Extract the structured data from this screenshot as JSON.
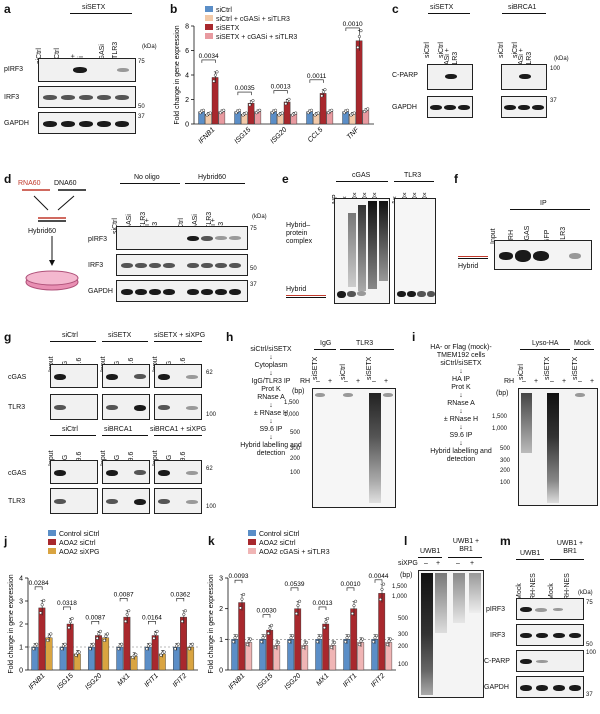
{
  "panels": {
    "a": {
      "letter": "a",
      "group": "siSETX",
      "lanes": [
        "siCtrl",
        "siCtrl",
        "siCtrl + cGASi",
        "cGASi",
        "siTLR3"
      ],
      "kda": "(kDa)",
      "rows": [
        {
          "label": "pIRF3",
          "marker": "75"
        },
        {
          "label": "IRF3",
          "marker": "50"
        },
        {
          "label": "GAPDH",
          "marker": "37"
        }
      ]
    },
    "b": {
      "letter": "b",
      "ylabel": "Fold change in gene expression",
      "legend": [
        "siCtrl",
        "siCtrl + cGASi + siTLR3",
        "siSETX",
        "siSETX + cGASi + siTLR3"
      ],
      "colors": [
        "#5b8ec7",
        "#f2c9a8",
        "#a8282d",
        "#e89aa0"
      ],
      "pvalues": [
        "0.0034",
        "0.0035",
        "0.0013",
        "0.0011",
        "0.0010"
      ]
    },
    "c": {
      "letter": "c",
      "groups": [
        "siSETX",
        "siBRCA1"
      ],
      "lanes": [
        "siCtrl",
        "siCtrl",
        "cGASi + siTLR3",
        "siCtrl",
        "siCtrl",
        "cGASi + siTLR3"
      ],
      "kda": "(kDa)",
      "rows": [
        {
          "label": "C-PARP",
          "marker": "100"
        },
        {
          "label": "GAPDH",
          "marker": "37"
        }
      ]
    },
    "d": {
      "letter": "d",
      "rna": "RNA60",
      "dna": "DNA60",
      "hybrid": "Hybrid60",
      "groups": [
        "No oligo",
        "Hybrid60"
      ],
      "lanes": [
        "siCtrl",
        "cGASi",
        "siTLR3",
        "cGASi + siTLR3",
        "siCtrl",
        "cGASi",
        "siTLR3",
        "cGASi + siTLR3"
      ],
      "kda": "(kDa)",
      "rows": [
        {
          "label": "pIRF3",
          "marker": "75"
        },
        {
          "label": "IRF3",
          "marker": "50"
        },
        {
          "label": "GAPDH",
          "marker": "37"
        }
      ]
    },
    "e": {
      "letter": "e",
      "groups": [
        "cGAS",
        "TLR3"
      ],
      "lanes1": [
        "NP",
        "1×",
        "10×",
        "20×",
        "40×"
      ],
      "lanes2": [
        "1×",
        "10×",
        "20×",
        "40×"
      ],
      "complex": "Hybrid–protein complex",
      "hybrid": "Hybrid"
    },
    "f": {
      "letter": "f",
      "ip": "IP",
      "lanes": [
        "Input",
        "dRH",
        "cGAS",
        "GFP",
        "TLR3"
      ],
      "hybrid": "Hybrid"
    },
    "g": {
      "letter": "g",
      "top_groups": [
        "siCtrl",
        "siSETX",
        "siSETX + siXPG"
      ],
      "bottom_groups": [
        "siCtrl",
        "siBRCA1",
        "siBRCA1 + siXPG"
      ],
      "lanes": [
        "Input",
        "IgG",
        "S9.6"
      ],
      "rows": [
        {
          "label": "cGAS",
          "marker": "62"
        },
        {
          "label": "TLR3",
          "marker": "100"
        }
      ]
    },
    "h": {
      "letter": "h",
      "steps": [
        "siCtrl/siSETX",
        "Cytoplasm",
        "IgG/TLR3 IP",
        "Prot K",
        "RNase A",
        "± RNase H",
        "S9.6 IP",
        "Hybrid labelling and detection"
      ],
      "groups": [
        "IgG",
        "TLR3"
      ],
      "lanes": [
        "siSETX",
        "siCtrl",
        "siSETX"
      ],
      "rh": "RH",
      "signs": [
        "–",
        "+",
        "–",
        "+",
        "–",
        "+"
      ],
      "bp": "(bp)",
      "ladder": [
        "1,500",
        "1,000",
        "500",
        "300",
        "200",
        "100"
      ]
    },
    "i": {
      "letter": "i",
      "steps": [
        "HA- or Flag (mock)- TMEM192 cells",
        "siCtrl/siSETX",
        "HA IP",
        "Prot K",
        "RNase A",
        "± RNase H",
        "S9.6 IP",
        "Hybrid labelling and detection"
      ],
      "groups": [
        "Lyso-HA",
        "Mock"
      ],
      "lanes": [
        "siCtrl",
        "siSETX",
        "siSETX"
      ],
      "rh": "RH",
      "signs": [
        "–",
        "+",
        "–",
        "+",
        "–",
        "+"
      ],
      "bp": "(bp)",
      "ladder": [
        "1,500",
        "1,000",
        "500",
        "300",
        "200",
        "100"
      ]
    },
    "j": {
      "letter": "j",
      "ylabel": "Fold change in gene expression",
      "legend": [
        "Control siCtrl",
        "AOA2 siCtrl",
        "AOA2 siXPG"
      ],
      "colors": [
        "#5b8ec7",
        "#a8282d",
        "#d9a441"
      ],
      "genes": [
        "IFNB1",
        "ISG15",
        "ISG20",
        "MX1",
        "IFIT1",
        "IFIT2"
      ],
      "pvalues": [
        "0.0284",
        "0.0318",
        "0.0087",
        "0.0087",
        "0.0164",
        "0.0362"
      ]
    },
    "k": {
      "letter": "k",
      "ylabel": "Fold change in gene expression",
      "legend": [
        "Control siCtrl",
        "AOA2 siCtrl",
        "AOA2 cGASi + siTLR3"
      ],
      "colors": [
        "#5b8ec7",
        "#a8282d",
        "#f0b5b5"
      ],
      "genes": [
        "IFNB1",
        "ISG15",
        "ISG20",
        "MX1",
        "IFIT1",
        "IFIT2"
      ],
      "pvalues": [
        "0.0093",
        "0.0030",
        "0.0539",
        "0.0013",
        "0.0010",
        "0.0044"
      ]
    },
    "l": {
      "letter": "l",
      "groups": [
        "UWB1",
        "UWB1 + BR1"
      ],
      "six": "siXPG",
      "signs": [
        "–",
        "+",
        "–",
        "+"
      ],
      "bp": "(bp)",
      "ladder": [
        "1,500",
        "1,000",
        "500",
        "300",
        "200",
        "100"
      ]
    },
    "m": {
      "letter": "m",
      "groups": [
        "UWB1",
        "UWB1 + BR1"
      ],
      "lanes": [
        "Mock",
        "RH-NES",
        "Mock",
        "RH-NES"
      ],
      "kda": "(kDa)",
      "rows": [
        {
          "label": "pIRF3",
          "marker": "75"
        },
        {
          "label": "IRF3",
          "marker": "50"
        },
        {
          "label": "C-PARP",
          "marker": "100"
        },
        {
          "label": "GAPDH",
          "marker": "37"
        }
      ]
    }
  },
  "chart_data": [
    {
      "type": "bar",
      "panel": "b",
      "ylabel": "Fold change in gene expression",
      "categories": [
        "IFNB1",
        "ISG15",
        "ISG20",
        "CCL5",
        "TNF"
      ],
      "ylim": [
        0,
        8
      ],
      "yticks": [
        0,
        2,
        4,
        6,
        8
      ],
      "series": [
        {
          "name": "siCtrl",
          "values": [
            1.0,
            1.0,
            1.0,
            1.0,
            1.0
          ]
        },
        {
          "name": "siCtrl + cGASi + siTLR3",
          "values": [
            0.8,
            0.8,
            0.8,
            0.8,
            0.8
          ]
        },
        {
          "name": "siSETX",
          "values": [
            3.8,
            1.7,
            1.8,
            2.5,
            6.8
          ]
        },
        {
          "name": "siSETX + cGASi + siTLR3",
          "values": [
            1.0,
            1.0,
            0.8,
            1.0,
            1.1
          ]
        }
      ]
    },
    {
      "type": "bar",
      "panel": "j",
      "ylabel": "Fold change in gene expression",
      "categories": [
        "IFNB1",
        "ISG15",
        "ISG20",
        "MX1",
        "IFIT1",
        "IFIT2"
      ],
      "ylim": [
        0,
        4
      ],
      "yticks": [
        0,
        1,
        2,
        3,
        4
      ],
      "series": [
        {
          "name": "Control siCtrl",
          "values": [
            1.0,
            1.0,
            1.0,
            1.0,
            1.0,
            1.0
          ]
        },
        {
          "name": "AOA2 siCtrl",
          "values": [
            2.7,
            2.0,
            1.5,
            2.3,
            1.5,
            2.3
          ]
        },
        {
          "name": "AOA2 siXPG",
          "values": [
            1.4,
            0.7,
            1.4,
            0.6,
            0.7,
            1.0
          ]
        }
      ]
    },
    {
      "type": "bar",
      "panel": "k",
      "ylabel": "Fold change in gene expression",
      "categories": [
        "IFNB1",
        "ISG15",
        "ISG20",
        "MX1",
        "IFIT1",
        "IFIT2"
      ],
      "ylim": [
        0,
        3
      ],
      "yticks": [
        0,
        1,
        2,
        3
      ],
      "series": [
        {
          "name": "Control siCtrl",
          "values": [
            1.0,
            1.0,
            1.0,
            1.0,
            1.0,
            1.0
          ]
        },
        {
          "name": "AOA2 siCtrl",
          "values": [
            2.2,
            1.3,
            2.0,
            1.5,
            2.0,
            2.5
          ]
        },
        {
          "name": "AOA2 cGASi + siTLR3",
          "values": [
            0.9,
            0.8,
            0.8,
            0.8,
            0.9,
            0.9
          ]
        }
      ]
    }
  ]
}
